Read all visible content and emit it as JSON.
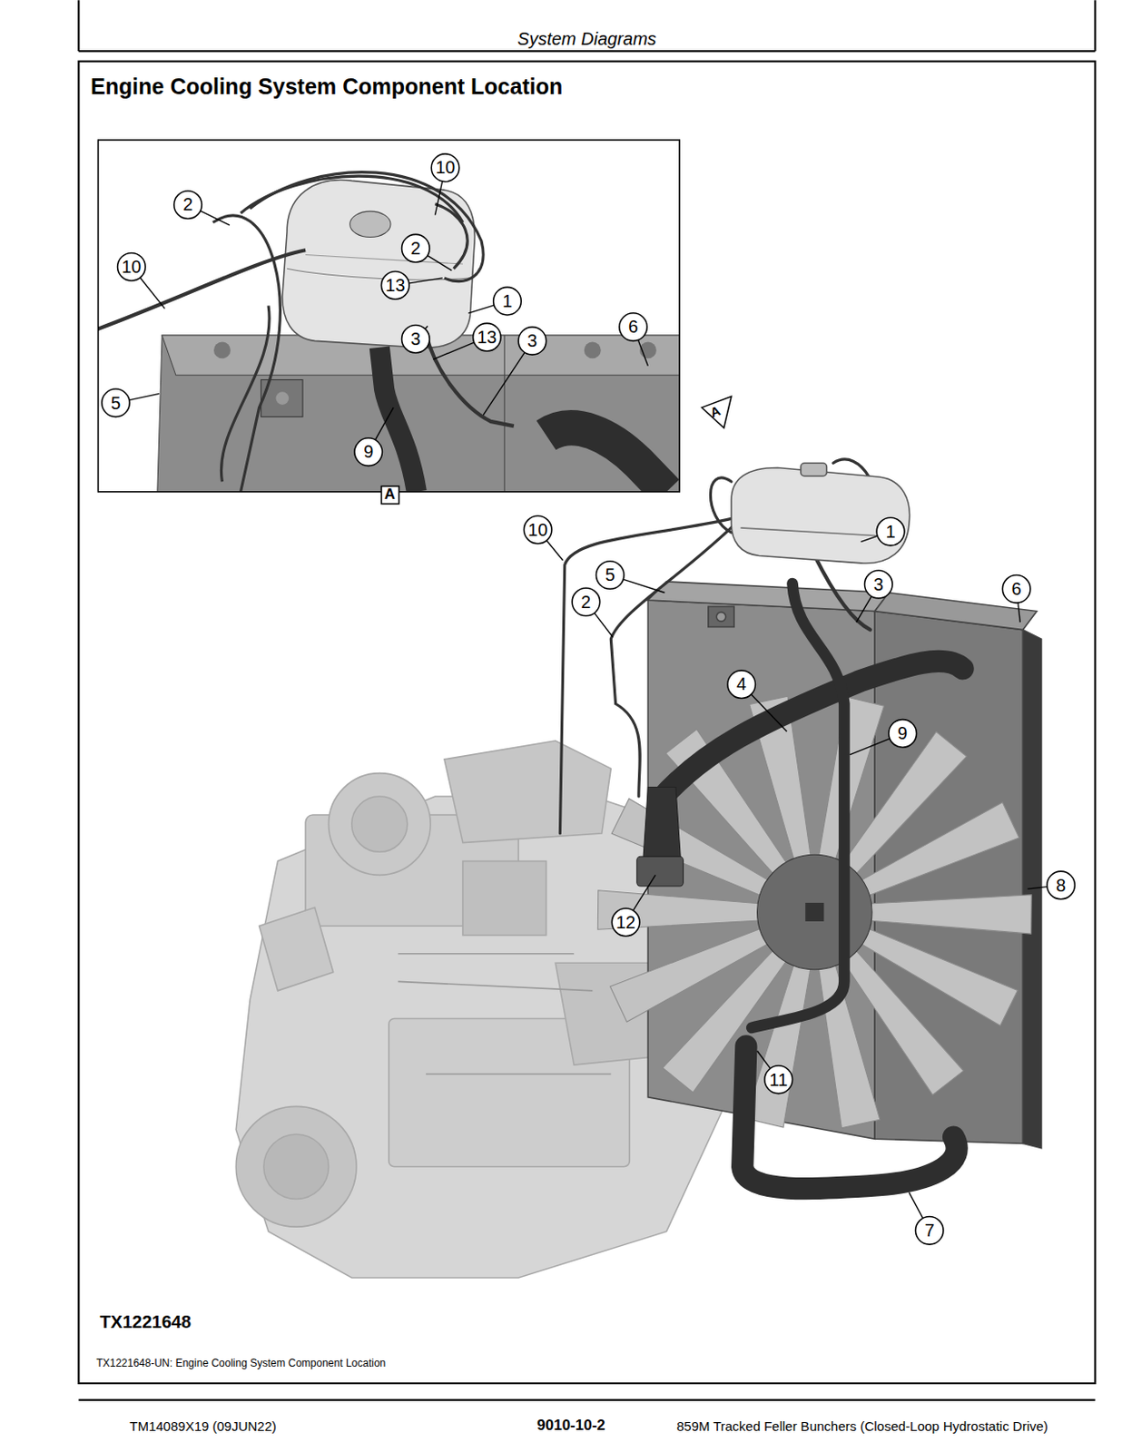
{
  "diagram": {
    "title": "Engine Cooling System Component Location",
    "caption": "TX1221648-UN: Engine Cooling System Component Location",
    "labels": [
      "System Diagrams",
      "10",
      "2",
      "10",
      "2",
      "13",
      "1",
      "3",
      "13",
      "3",
      "6",
      "5",
      "9",
      "A",
      "A",
      "10",
      "5",
      "2",
      "1",
      "3",
      "6",
      "4",
      "9",
      "8",
      "12",
      "11",
      "7",
      "TX1221648",
      "TM14089X19 (09JUN22)",
      "9010-10-2",
      "859M Tracked Feller Bunchers (Closed-Loop Hydrostatic Drive)"
    ]
  }
}
